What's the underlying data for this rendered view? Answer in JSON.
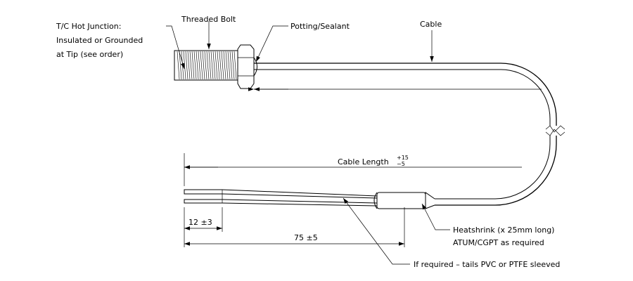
{
  "labels": {
    "hot_junction_line1": "T/C Hot Junction:",
    "hot_junction_line2": "Insulated or Grounded",
    "hot_junction_line3": "at Tip (see order)",
    "threaded_bolt": "Threaded Bolt",
    "potting": "Potting/Sealant",
    "cable": "Cable",
    "cable_length": "Cable Length",
    "cable_length_tol_plus": "15",
    "cable_length_tol_minus": "5",
    "tail_short": "12 ±3",
    "tail_long": "75 ±5",
    "heatshrink_line1": "Heatshrink (x 25mm long)",
    "heatshrink_line2": "ATUM/CGPT as required",
    "tails_note": "If required – tails PVC or PTFE sleeved"
  }
}
